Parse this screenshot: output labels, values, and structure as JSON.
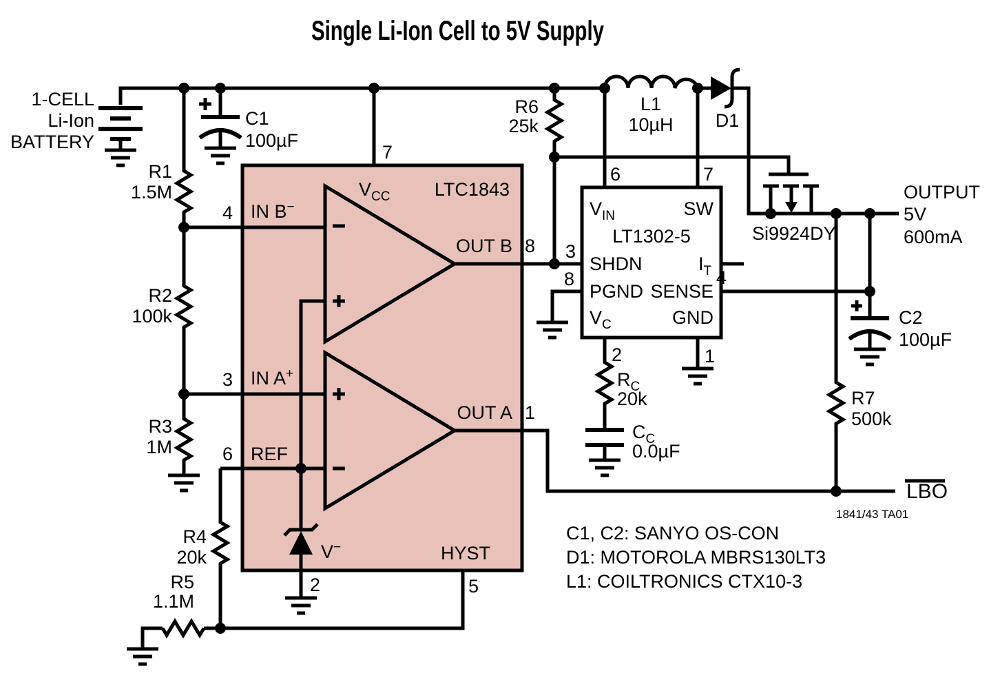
{
  "title": "Single Li-Ion Cell to 5V Supply",
  "battery": {
    "line1": "1-CELL",
    "line2": "Li-Ion",
    "line3": "BATTERY"
  },
  "resistors": {
    "r1": {
      "ref": "R1",
      "value": "1.5M"
    },
    "r2": {
      "ref": "R2",
      "value": "100k"
    },
    "r3": {
      "ref": "R3",
      "value": "1M"
    },
    "r4": {
      "ref": "R4",
      "value": "20k"
    },
    "r5": {
      "ref": "R5",
      "value": "1.1M"
    },
    "r6": {
      "ref": "R6",
      "value": "25k"
    },
    "r7": {
      "ref": "R7",
      "value": "500k"
    },
    "rc": {
      "ref_main": "R",
      "ref_sub": "C",
      "value": "20k"
    }
  },
  "capacitors": {
    "c1": {
      "ref": "C1",
      "value": "100µF"
    },
    "c2": {
      "ref": "C2",
      "value": "100µF"
    },
    "cc": {
      "ref_main": "C",
      "ref_sub": "C",
      "value": "0.0µF"
    }
  },
  "inductor": {
    "ref": "L1",
    "value": "10µH"
  },
  "diode": {
    "ref": "D1"
  },
  "mosfet": {
    "part": "Si9924DY"
  },
  "ltc1843": {
    "part": "LTC1843",
    "vcc": {
      "num": "7",
      "main": "V",
      "sub": "CC"
    },
    "inb": {
      "num": "4",
      "name": "IN B",
      "sup": "−"
    },
    "ina": {
      "num": "3",
      "name": "IN A",
      "sup": "+"
    },
    "ref": {
      "num": "6",
      "name": "REF"
    },
    "outb": {
      "num": "8",
      "name": "OUT B"
    },
    "outa": {
      "num": "1",
      "name": "OUT A"
    },
    "vminus": {
      "num": "2",
      "main": "V",
      "sup": "−"
    },
    "hyst": {
      "num": "5",
      "name": "HYST"
    }
  },
  "lt1302": {
    "part": "LT1302-5",
    "vin": {
      "num": "6",
      "main": "V",
      "sub": "IN"
    },
    "sw": {
      "num": "7",
      "name": "SW"
    },
    "shdn": {
      "num": "3",
      "name": "SHDN"
    },
    "it": {
      "main": "I",
      "sub": "T"
    },
    "pgnd": {
      "num": "8",
      "name": "PGND"
    },
    "sense": {
      "num": "4",
      "name": "SENSE"
    },
    "vc": {
      "num": "2",
      "main": "V",
      "sub": "C"
    },
    "gnd": {
      "num": "1",
      "name": "GND"
    }
  },
  "output": {
    "line1": "OUTPUT",
    "line2": "5V",
    "line3": "600mA"
  },
  "lbo": {
    "label": "LBO"
  },
  "fig_id": "1841/43 TA01",
  "notes": {
    "note1": "C1, C2: SANYO OS-CON",
    "note2": "D1: MOTOROLA MBRS130LT3",
    "note3": "L1: COILTRONICS CTX10-3"
  },
  "colors": {
    "block_fill": "#E8C2B9",
    "wire": "#000000",
    "background": "#FFFFFF"
  }
}
